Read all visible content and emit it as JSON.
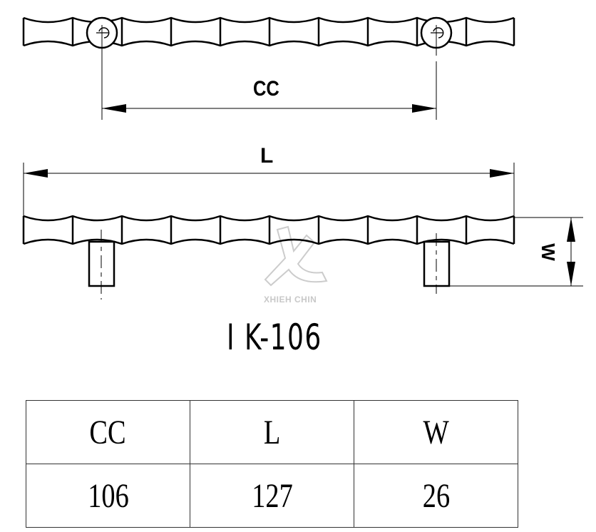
{
  "drawing": {
    "model_number": "I K-106",
    "watermark": "XHIEH CHIN",
    "dimension_labels": {
      "center_to_center": "CC",
      "length": "L",
      "width": "W"
    },
    "top_view": {
      "segments": 10,
      "mount_holes": 2
    },
    "side_view": {
      "segments": 10,
      "posts": 2
    }
  },
  "spec_table": {
    "headers": [
      "CC",
      "L",
      "W"
    ],
    "values": [
      "106",
      "127",
      "26"
    ]
  },
  "colors": {
    "line": "#000000",
    "watermark": "#c8c8c8",
    "background": "#ffffff"
  }
}
